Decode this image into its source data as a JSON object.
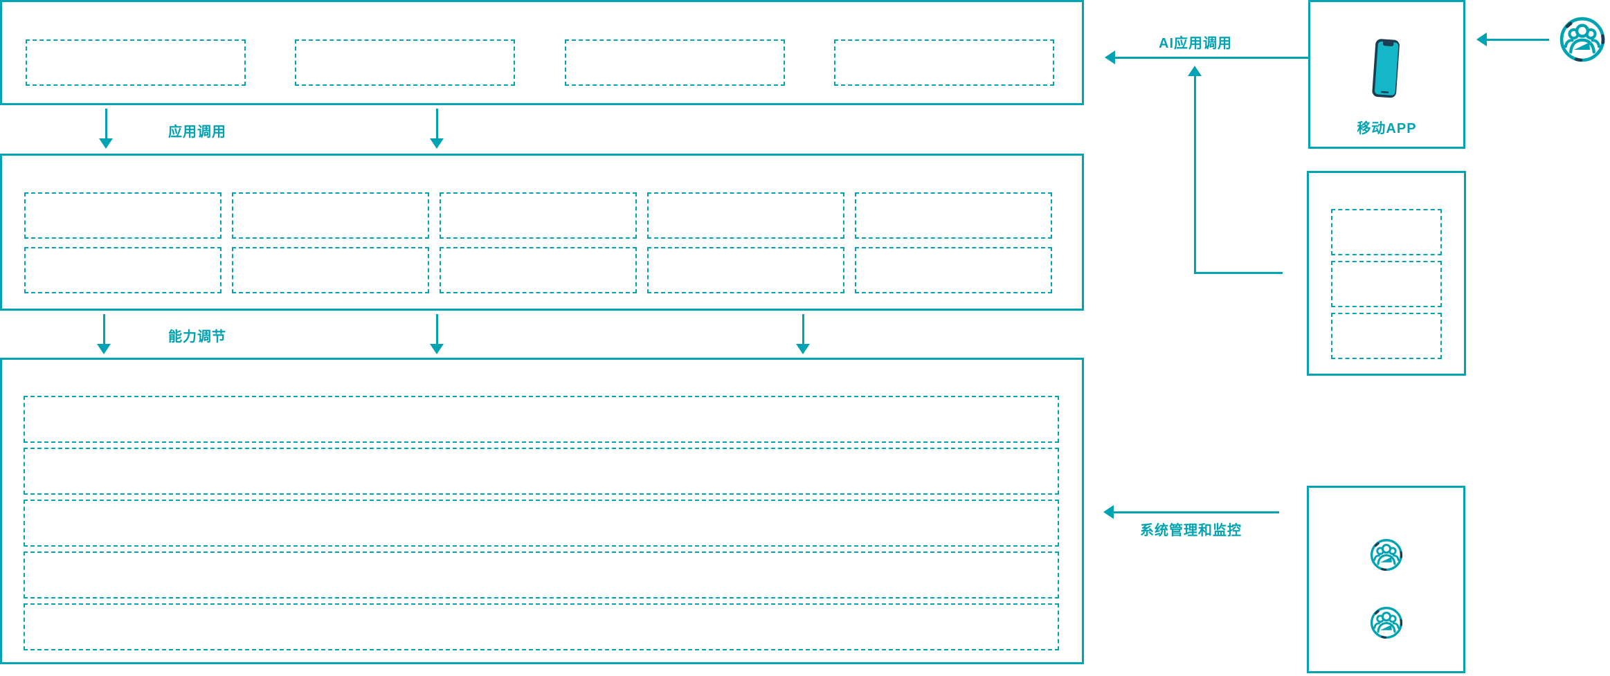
{
  "colors": {
    "teal": "#00a3b2",
    "phone_screen": "#14b7c8",
    "dark_navy": "#1d3c52"
  },
  "labels": {
    "app_call": "应用调用",
    "capability_adjust": "能力调节",
    "ai_app_call": "AI应用调用",
    "mobile_app": "移动APP",
    "system_monitor": "系统管理和监控"
  },
  "panels": {
    "app_layer": {
      "slots": 4
    },
    "capability_layer": {
      "slots": 10
    },
    "platform_layer": {
      "rows": 5
    },
    "right_middle": {
      "slots": 3
    }
  },
  "icons": {
    "phone": "smartphone-icon",
    "users": "user-group-icon"
  }
}
